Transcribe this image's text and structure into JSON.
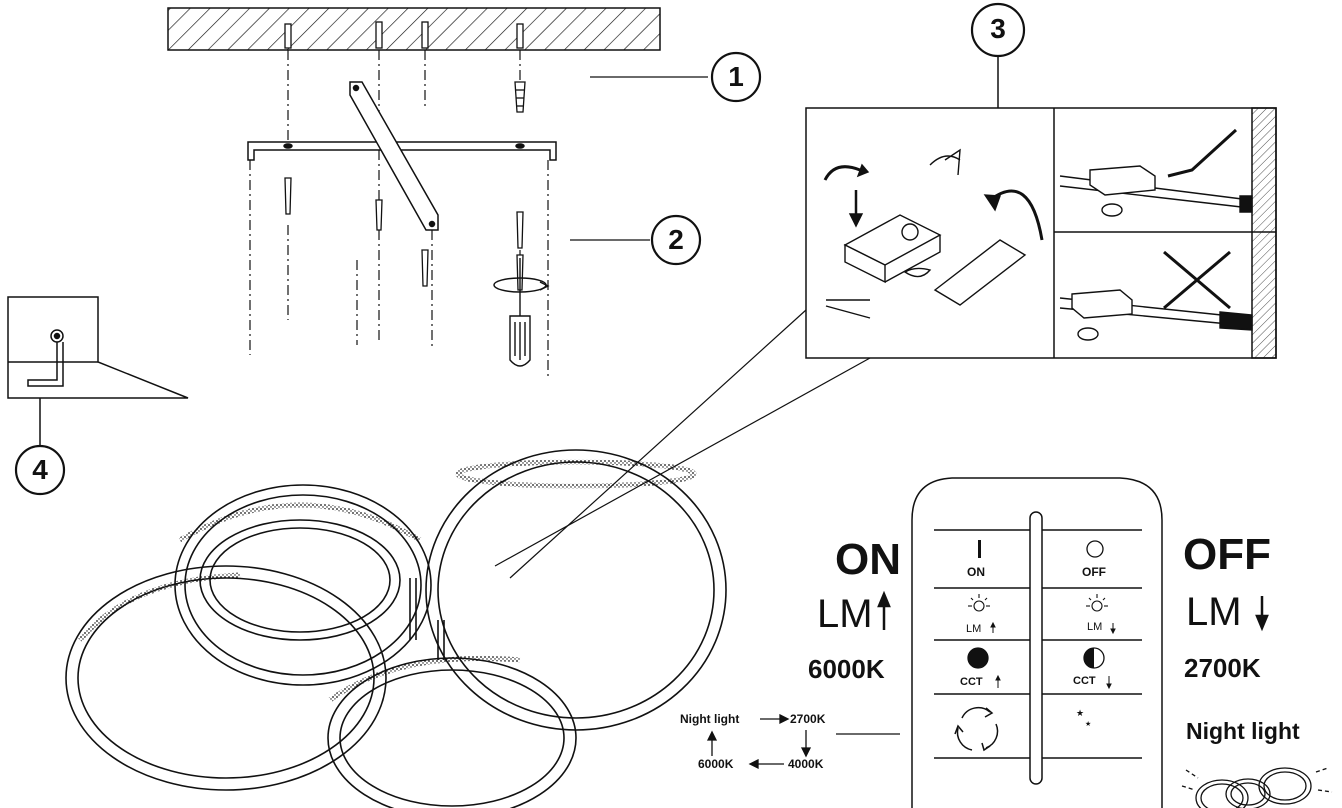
{
  "steps": {
    "s1": "1",
    "s2": "2",
    "s3": "3",
    "s4": "4"
  },
  "left_panel": {
    "on": "ON",
    "lm_up": "LM",
    "k_cold": "6000K"
  },
  "right_panel": {
    "off": "OFF",
    "lm_down": "LM",
    "k_warm": "2700K",
    "night": "Night light"
  },
  "remote": {
    "on": "ON",
    "off": "OFF",
    "lm_up": "LM",
    "lm_down": "LM",
    "cct_up": "CCT",
    "cct_down": "CCT"
  },
  "cycle": {
    "night": "Night light",
    "k2700": "2700K",
    "k6000": "6000K",
    "k4000": "4000K"
  },
  "icons": [
    "on-icon",
    "off-icon",
    "brightness-up-icon",
    "brightness-down-icon",
    "cct-up-icon",
    "cct-down-icon",
    "cycle-icon",
    "night-moon-icon"
  ]
}
